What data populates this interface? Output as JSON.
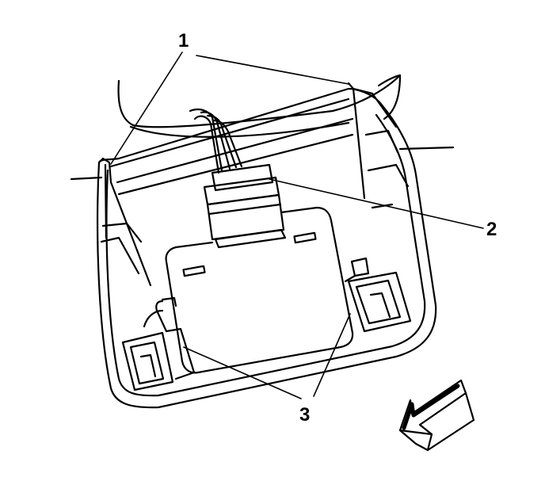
{
  "figure": {
    "callouts": [
      {
        "label": "1",
        "name": "callout-1"
      },
      {
        "label": "2",
        "name": "callout-2"
      },
      {
        "label": "3",
        "name": "callout-3"
      }
    ],
    "colors": {
      "line": "#000000",
      "background": "#ffffff"
    },
    "icons": [
      "direction-arrow-icon"
    ]
  }
}
